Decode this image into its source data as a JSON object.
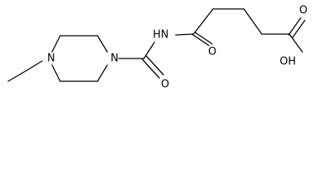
{
  "molecule": {
    "atoms": {
      "piperazine_n_left": "N",
      "piperazine_n_right": "N",
      "amide_nh": "HN",
      "urea_oxygen": "O",
      "amide_oxygen": "O",
      "acid_oh": "OH",
      "acid_oxygen": "O"
    }
  }
}
